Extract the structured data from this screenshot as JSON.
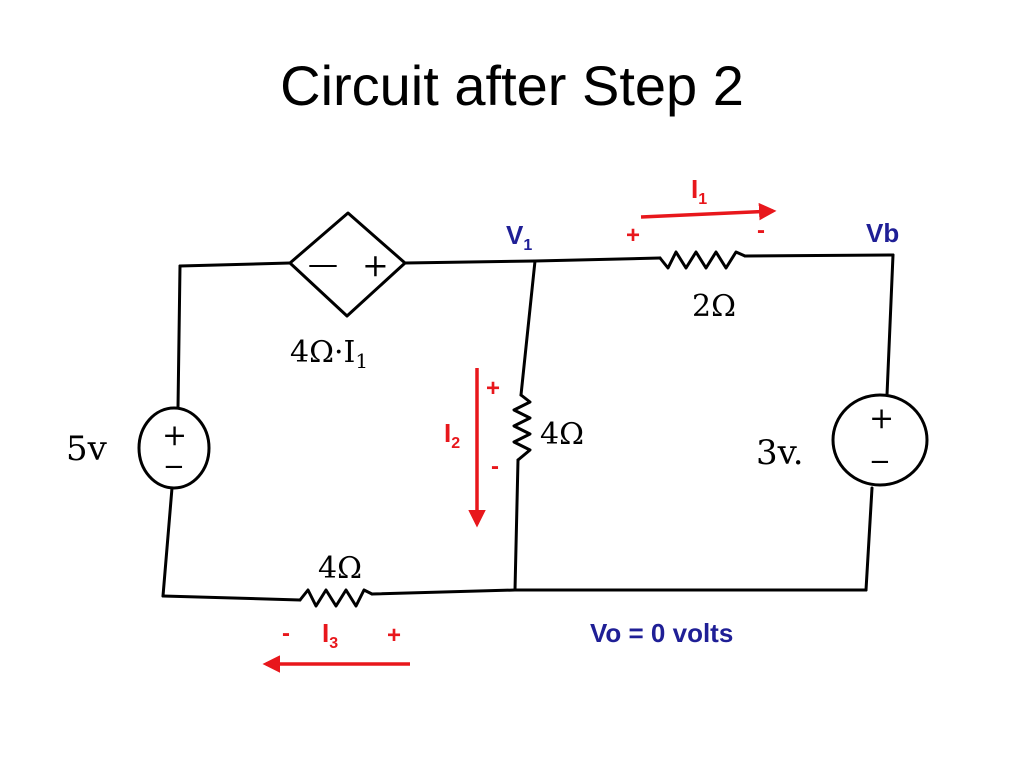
{
  "title": "Circuit after Step 2",
  "colors": {
    "current": "#e8171c",
    "node": "#1f1f96",
    "wire": "#000000"
  },
  "sources": {
    "left_voltage": {
      "value": "5v",
      "plus": "+",
      "minus": "−"
    },
    "right_voltage": {
      "value": "3v.",
      "plus": "+",
      "minus": "−"
    },
    "dependent": {
      "label": "4Ω·I",
      "label_sub": "1",
      "minus": "—",
      "plus": "+"
    }
  },
  "resistors": {
    "top": "2Ω",
    "middle": "4Ω",
    "bottom": "4Ω"
  },
  "nodes": {
    "v1": {
      "main": "V",
      "sub": "1"
    },
    "vb": "Vb"
  },
  "currents": {
    "i1": {
      "main": "I",
      "sub": "1",
      "plus": "+",
      "minus": "-",
      "direction": "right"
    },
    "i2": {
      "main": "I",
      "sub": "2",
      "plus": "+",
      "minus": "-",
      "direction": "down"
    },
    "i3": {
      "main": "I",
      "sub": "3",
      "plus": "+",
      "minus": "-",
      "direction": "left"
    }
  },
  "result": "Vo = 0 volts"
}
